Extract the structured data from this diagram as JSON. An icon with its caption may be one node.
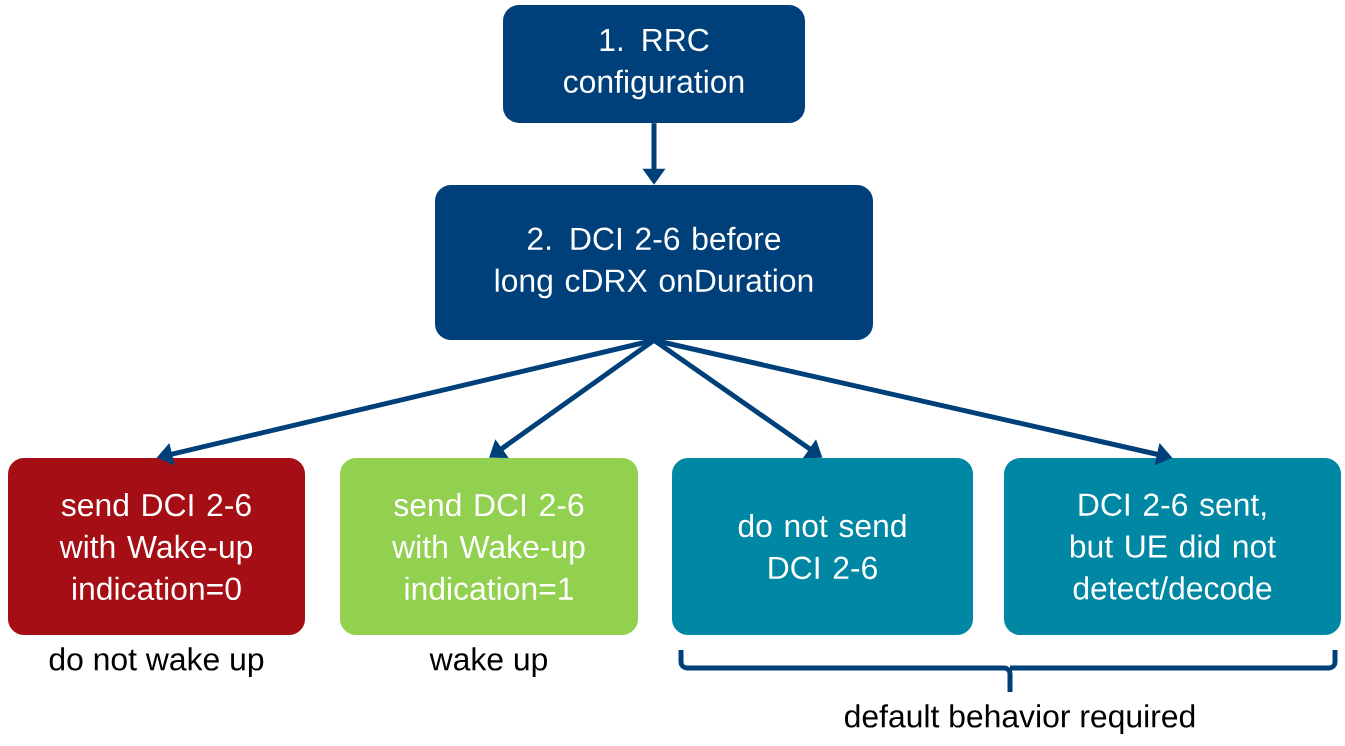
{
  "diagram": {
    "nodes": [
      {
        "text": [
          "1. RRC configuration"
        ]
      },
      {
        "text": [
          "2. DCI 2-6 before long cDRX onDuration"
        ]
      },
      {
        "text": [
          "send DCI 2-6 with Wake-up indication=0"
        ],
        "beside": [
          "do not wake up"
        ]
      },
      {
        "text": [
          "send DCI 2-6 with Wake-up indication=1"
        ],
        "beside": [
          "wake up"
        ]
      },
      {
        "text": [
          "do not send DCI 2-6"
        ]
      },
      {
        "text": [
          "DCI 2-6 sent, but UE did not detect/decode"
        ]
      }
    ],
    "edges": [
      {
        "from": 0,
        "to": 1,
        "arrow": "to"
      },
      {
        "from": 1,
        "to": 2,
        "arrow": "to"
      },
      {
        "from": 1,
        "to": 3,
        "arrow": "to"
      },
      {
        "from": 1,
        "to": 4,
        "arrow": "to"
      },
      {
        "from": 1,
        "to": 5,
        "arrow": "to"
      }
    ],
    "labels": [
      "default behavior required"
    ]
  }
}
